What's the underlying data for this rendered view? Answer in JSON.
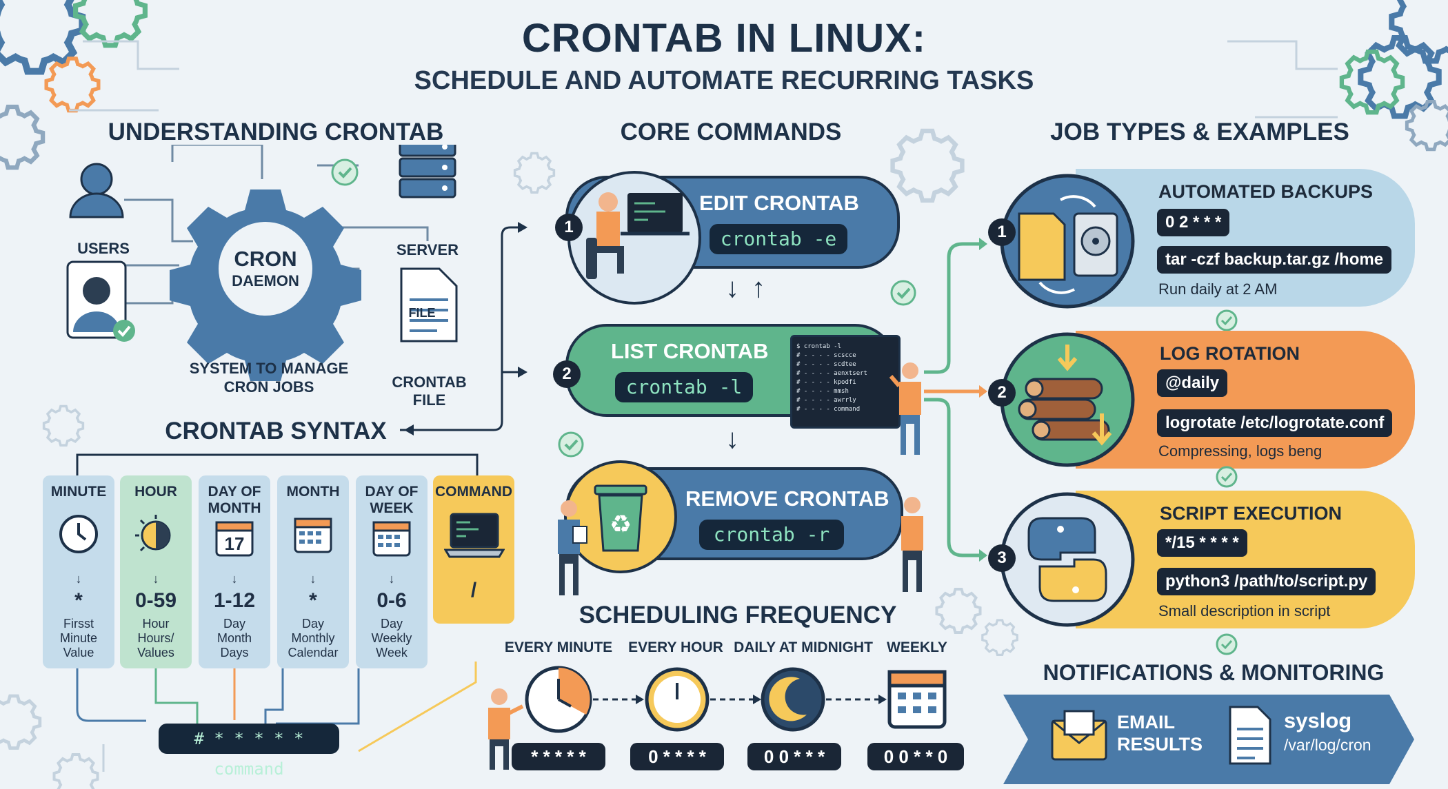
{
  "header": {
    "title": "CRONTAB IN LINUX:",
    "subtitle": "SCHEDULE AND AUTOMATE RECURRING TASKS"
  },
  "understanding": {
    "heading": "UNDERSTANDING CRONTAB",
    "users": "USERS",
    "server": "SERVER",
    "cron_line1": "CRON",
    "cron_line2": "DAEMON",
    "file_icon_text": "FILE",
    "crontab_file_line1": "CRONTAB",
    "crontab_file_line2": "FILE",
    "system_line1": "SYSTEM TO MANAGE",
    "system_line2": "CRON JOBS"
  },
  "syntax": {
    "heading": "CRONTAB SYNTAX",
    "columns": [
      {
        "header": "MINUTE",
        "value": "*",
        "desc": [
          "Firsst",
          "Minute",
          "Value"
        ],
        "color": "#c5dceb"
      },
      {
        "header": "HOUR",
        "value": "0-59",
        "desc": [
          "Hour",
          "Hours/",
          "Values"
        ],
        "color": "#bfe3cf"
      },
      {
        "header": "DAY OF MONTH",
        "value": "1-12",
        "desc": [
          "Day",
          "Month",
          "Days"
        ],
        "color": "#c5dceb"
      },
      {
        "header": "MONTH",
        "value": "*",
        "desc": [
          "Day",
          "Monthly",
          "Calendar"
        ],
        "color": "#c5dceb"
      },
      {
        "header": "DAY OF WEEK",
        "value": "0-6",
        "desc": [
          "Day",
          "Weekly",
          "Week"
        ],
        "color": "#c5dceb"
      },
      {
        "header": "COMMAND",
        "value": "/",
        "desc": [],
        "color": "#f6c95a"
      }
    ],
    "calendar_day": "17",
    "line": "# * * * * * command"
  },
  "core": {
    "heading": "CORE COMMANDS",
    "commands": [
      {
        "num": "1",
        "title": "EDIT CRONTAB",
        "code": "crontab -e"
      },
      {
        "num": "2",
        "title": "LIST CRONTAB",
        "code": "crontab -l"
      },
      {
        "num": "",
        "title": "REMOVE CRONTAB",
        "code": "crontab -r"
      }
    ],
    "terminal_lines": [
      "$ crontab -l",
      "# - - - -  scscce",
      "# - - - -  scdtee",
      "# - - - -  aenxtsert",
      "# - - - -  kpodfi",
      "# - - - -  mmsh",
      "# - - - -  awrrly",
      "# - - - -  command"
    ]
  },
  "frequency": {
    "heading": "SCHEDULING FREQUENCY",
    "items": [
      {
        "label": "EVERY MINUTE",
        "code": "* * * * *"
      },
      {
        "label": "EVERY HOUR",
        "code": "0 * * * *"
      },
      {
        "label": "DAILY AT MIDNIGHT",
        "code": "0 0 * * *"
      },
      {
        "label": "WEEKLY",
        "code": "0 0 * * 0"
      }
    ]
  },
  "jobs": {
    "heading": "JOB TYPES & EXAMPLES",
    "items": [
      {
        "num": "1",
        "title": "AUTOMATED BACKUPS",
        "schedule": "0 2 * * *",
        "command": "tar -czf backup.tar.gz /home",
        "desc": "Run daily at 2 AM",
        "color": "#b9d7e8"
      },
      {
        "num": "2",
        "title": "LOG ROTATION",
        "schedule": "@daily",
        "command": "logrotate /etc/logrotate.conf",
        "desc": "Compressing, logs beng",
        "color": "#f39a55"
      },
      {
        "num": "3",
        "title": "SCRIPT EXECUTION",
        "schedule": "*/15 * * * *",
        "command": "python3 /path/to/script.py",
        "desc": "Small description in script",
        "color": "#f6c95a"
      }
    ]
  },
  "notifications": {
    "heading": "NOTIFICATIONS & MONITORING",
    "email_line1": "EMAIL",
    "email_line2": "RESULTS",
    "syslog_title": "syslog",
    "syslog_path": "/var/log/cron"
  },
  "colors": {
    "navy": "#1d3148",
    "blue_pill": "#4a7aa8",
    "green_pill": "#5fb58c",
    "orange": "#f39a55",
    "yellow": "#f6c95a"
  }
}
